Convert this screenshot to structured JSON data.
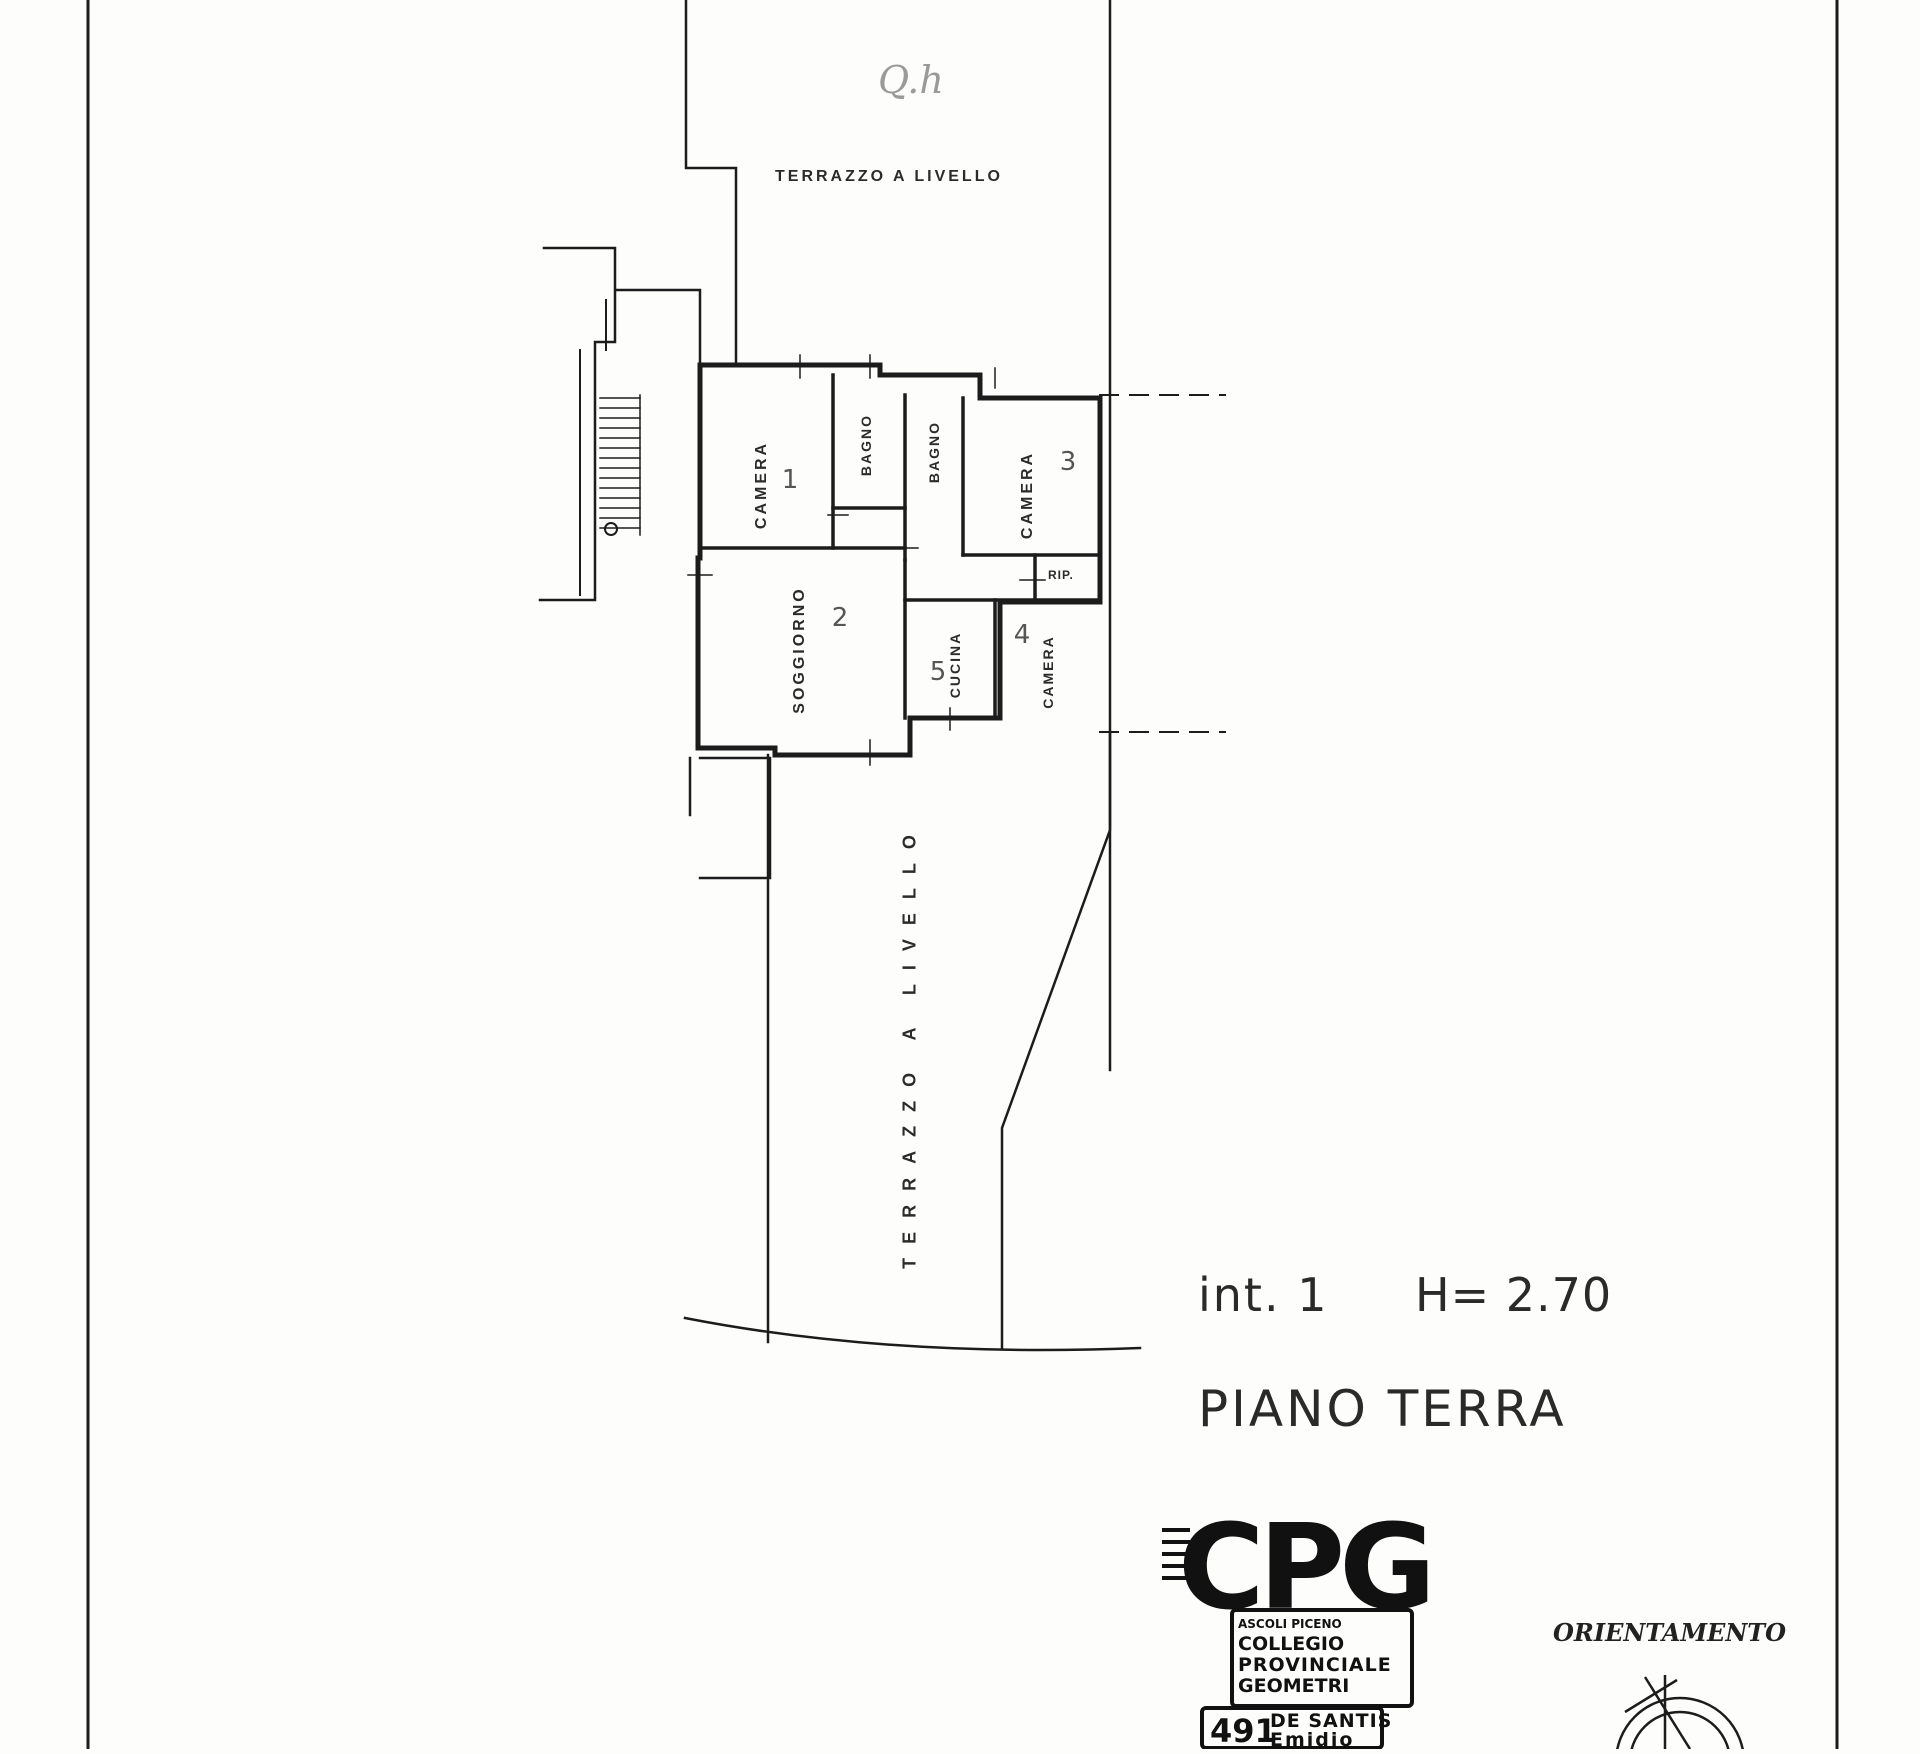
{
  "plan": {
    "terrace_top": "TERRAZZO A LIVELLO",
    "terrace_bottom": "TERRAZZO A LIVELLO",
    "rooms": [
      {
        "id": "camera-1",
        "label": "CAMERA",
        "number": "1"
      },
      {
        "id": "bagno-a",
        "label": "BAGNO",
        "number": ""
      },
      {
        "id": "bagno-b",
        "label": "BAGNO",
        "number": ""
      },
      {
        "id": "camera-3",
        "label": "CAMERA",
        "number": "3"
      },
      {
        "id": "soggiorno",
        "label": "SOGGIORNO",
        "number": "2"
      },
      {
        "id": "cucina",
        "label": "CUCINA",
        "number": "5"
      },
      {
        "id": "camera-4",
        "label": "CAMERA",
        "number": "4"
      },
      {
        "id": "rip",
        "label": "RIP.",
        "number": ""
      }
    ],
    "handwritten_corner": "Q.h",
    "colors": {
      "line": "#1c1c1c",
      "paper": "#fdfdfc"
    }
  },
  "info": {
    "interior": "int. 1",
    "height": "H= 2.70",
    "floor": "PIANO TERRA",
    "orientation": "ORIENTAMENTO"
  },
  "stamp": {
    "logo": "CPG",
    "city": "ASCOLI PICENO",
    "line1": "COLLEGIO",
    "line2": "PROVINCIALE",
    "line3": "GEOMETRI",
    "number": "491",
    "surname": "DE SANTIS",
    "name": "Emidio"
  }
}
